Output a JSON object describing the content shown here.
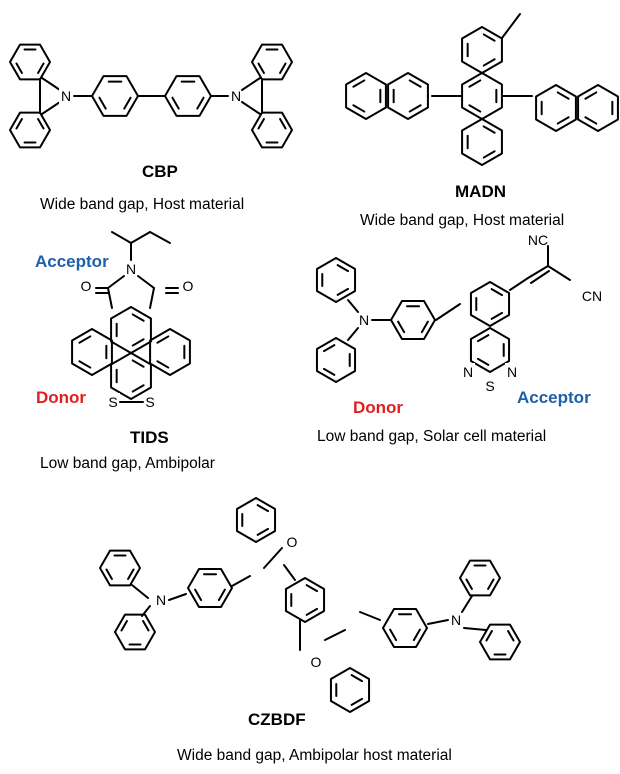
{
  "colors": {
    "acceptor": "#1f5fa8",
    "donor": "#e02020",
    "bond": "#000000"
  },
  "molecules": [
    {
      "name": "CBP",
      "description": "Wide band gap, Host material"
    },
    {
      "name": "MADN",
      "description": "Wide band gap, Host material"
    },
    {
      "name": "TIDS",
      "description": "Low band gap, Ambipolar"
    },
    {
      "name": "",
      "description": "Low band gap, Solar cell material"
    },
    {
      "name": "CZBDF",
      "description": "Wide band gap, Ambipolar host material"
    }
  ],
  "roles": {
    "acceptor": "Acceptor",
    "donor": "Donor"
  },
  "atoms": {
    "N": "N",
    "O": "O",
    "S": "S",
    "NC": "NC",
    "CN": "CN"
  }
}
